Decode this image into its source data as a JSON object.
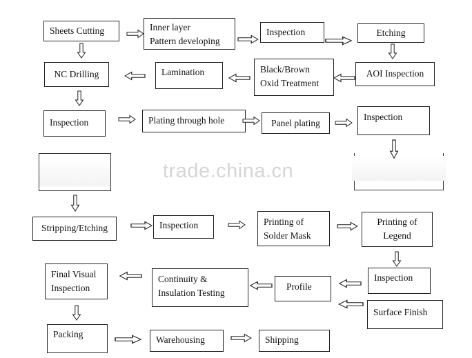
{
  "steps": {
    "sheets_cutting": "Sheets Cutting",
    "inner_layer_1": "Inner layer",
    "inner_layer_2": "Pattern developing",
    "inspection_1": "Inspection",
    "etching": "Etching",
    "nc_drilling": "NC Drilling",
    "lamination": "Lamination",
    "black_brown_1": "Black/Brown",
    "black_brown_2": "Oxid Treatment",
    "aoi_inspection": "AOI Inspection",
    "inspection_2": "Inspection",
    "plating_through_hole": "Plating through hole",
    "panel_plating": "Panel plating",
    "inspection_3": "Inspection",
    "stripping_etching": "Stripping/Etching",
    "inspection_4": "Inspection",
    "solder_mask_1": "Printing of",
    "solder_mask_2": "Solder Mask",
    "legend_1": "Printing of",
    "legend_2": "Legend",
    "final_visual_1": "Final Visual",
    "final_visual_2": "Inspection",
    "continuity_1": "Continuity &",
    "continuity_2": "Insulation Testing",
    "profile": "Profile",
    "inspection_5": "Inspection",
    "surface_finish": "Surface Finish",
    "packing": "Packing",
    "warehousing": "Warehousing",
    "shipping": "Shipping"
  },
  "watermark": "trade.china.cn"
}
